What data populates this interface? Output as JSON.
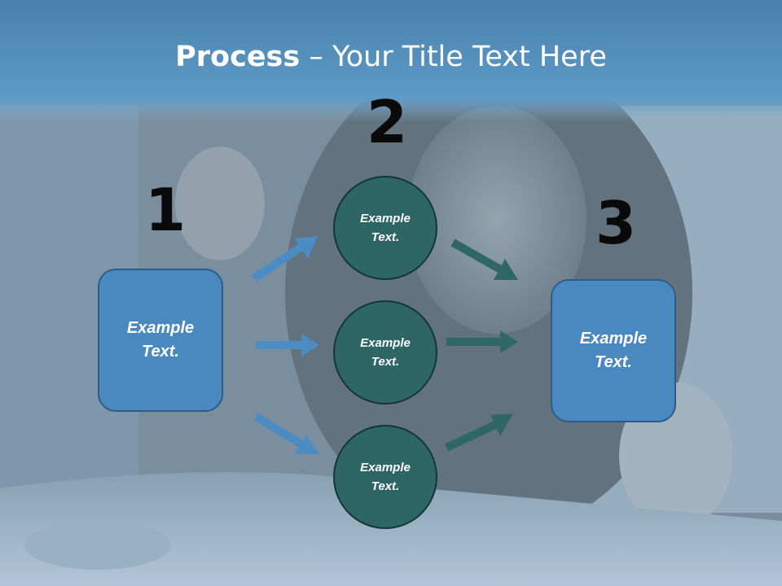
{
  "title": {
    "bold": "Process",
    "rest": " – Your Title Text Here"
  },
  "step_numbers": [
    "1",
    "2",
    "3"
  ],
  "left_box": {
    "line1": "Example",
    "line2": "Text."
  },
  "circles": [
    {
      "line1": "Example",
      "line2": "Text."
    },
    {
      "line1": "Example",
      "line2": "Text."
    },
    {
      "line1": "Example",
      "line2": "Text."
    }
  ],
  "right_box": {
    "line1": "Example",
    "line2": "Text."
  },
  "colors": {
    "header_blue": "#3a82ba",
    "box_fill": "#4a89c0",
    "circle_fill": "#2e6565",
    "arrow_blue": "#4b8cc4",
    "arrow_teal": "#2f6766"
  }
}
